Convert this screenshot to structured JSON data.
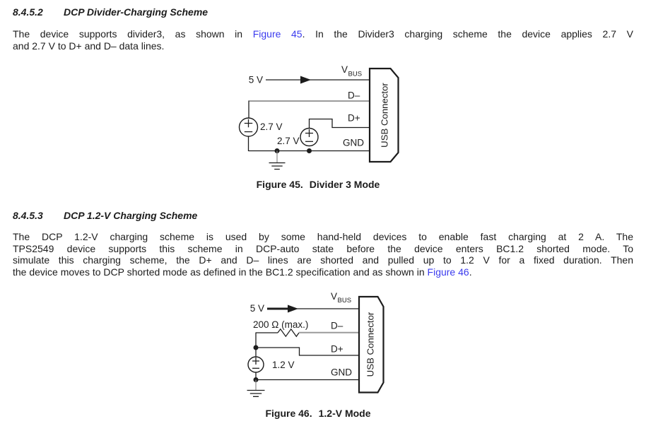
{
  "colors": {
    "link": "#3b3bee",
    "wire_gray": "#9b9b9b",
    "text": "#1c1c1c"
  },
  "section1": {
    "number": "8.4.5.2",
    "title": "DCP Divider-Charging Scheme",
    "para_line1_pre": "The device supports divider3, as shown in ",
    "para_line1_link": "Figure 45",
    "para_line1_post": ". In the Divider3 charging scheme the device applies 2.7 V",
    "para_line2": "and 2.7 V to D+ and D– data lines."
  },
  "figure45": {
    "caption_label": "Figure 45.",
    "caption_title": "Divider 3 Mode",
    "labels": {
      "supply": "5 V",
      "vbus_main": "V",
      "vbus_sub": "BUS",
      "dminus": "D–",
      "dplus": "D+",
      "gnd": "GND",
      "source1": "2.7 V",
      "source2": "2.7 V",
      "connector": "USB Connector"
    }
  },
  "section2": {
    "number": "8.4.5.3",
    "title": "DCP 1.2-V Charging Scheme",
    "para_line1": "The DCP 1.2-V charging scheme is used by some hand-held devices to enable fast charging at 2 A. The",
    "para_line2": "TPS2549 device supports this scheme in DCP-auto state before the device enters BC1.2 shorted mode. To",
    "para_line3": "simulate this charging scheme, the D+ and D– lines are shorted and pulled up to 1.2 V for a fixed duration. Then",
    "para_line4_pre": "the device moves to DCP shorted mode as defined in the BC1.2 specification and as shown in ",
    "para_line4_link": "Figure 46",
    "para_line4_post": "."
  },
  "figure46": {
    "caption_label": "Figure 46.",
    "caption_title": "1.2-V Mode",
    "labels": {
      "supply": "5 V",
      "vbus_main": "V",
      "vbus_sub": "BUS",
      "resistor": "200 Ω (max.)",
      "dminus": "D–",
      "dplus": "D+",
      "gnd": "GND",
      "source1": "1.2 V",
      "connector": "USB Connector"
    }
  }
}
